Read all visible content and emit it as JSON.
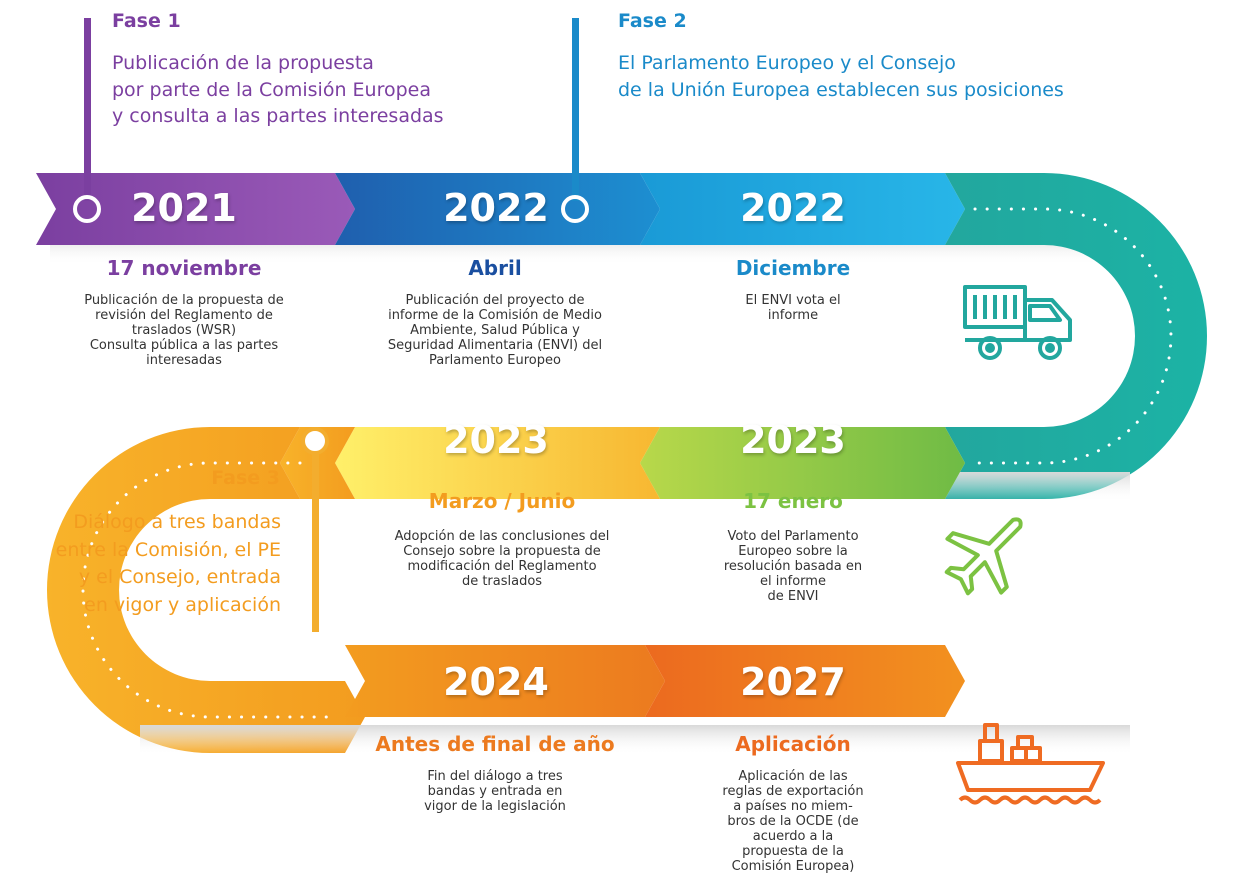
{
  "colors": {
    "phase1": "#7b3fa0",
    "phase2": "#1a8ac9",
    "phase3": "#f39c1f",
    "teal": "#1fb0a0",
    "green": "#7cc242",
    "orange_dark": "#ec6a1f"
  },
  "phases": [
    {
      "title": "Fase 1",
      "lines": [
        "Publicación de la propuesta",
        "por parte de la Comisión Europea",
        "y consulta a las partes interesadas"
      ]
    },
    {
      "title": "Fase 2",
      "lines": [
        "El Parlamento Europeo y el Consejo",
        "de la Unión Europea establecen sus posiciones"
      ]
    },
    {
      "title": "Fase 3",
      "lines": [
        "Diálogo a tres bandas",
        "entre la Comisión, el PE",
        "y el Consejo, entrada",
        "en vigor y aplicación"
      ]
    }
  ],
  "milestones": [
    {
      "year": "2021",
      "heading": "17 noviembre",
      "text": [
        "Publicación de la propuesta de",
        "revisión del Reglamento de",
        "traslados (WSR)",
        "Consulta pública a las partes",
        "interesadas"
      ]
    },
    {
      "year": "2022",
      "heading": "Abril",
      "text": [
        "Publicación del proyecto de",
        "informe de la Comisión de Medio",
        "Ambiente, Salud Pública y",
        "Seguridad Alimentaria (ENVI) del",
        "Parlamento Europeo"
      ]
    },
    {
      "year": "2022",
      "heading": "Diciembre",
      "text": [
        "El ENVI vota el",
        "informe"
      ]
    },
    {
      "year": "2023",
      "heading": "17 enero",
      "text": [
        "Voto del Parlamento",
        "Europeo sobre la",
        "resolución basada en",
        "el informe",
        "de ENVI"
      ]
    },
    {
      "year": "2023",
      "heading": "Marzo / Junio",
      "text": [
        "Adopción de las conclusiones del",
        "Consejo sobre la propuesta de",
        "modificación del Reglamento",
        "de traslados"
      ]
    },
    {
      "year": "2024",
      "heading": "Antes de final de año",
      "text": [
        "Fin del diálogo a tres",
        "bandas y entrada en",
        "vigor de la legislación"
      ]
    },
    {
      "year": "2027",
      "heading": "Aplicación",
      "text": [
        "Aplicación de las",
        "reglas de exportación",
        "a  países no miem-",
        "bros de la OCDE (de",
        "acuerdo a la",
        "propuesta de la",
        "Comisión Europea)"
      ]
    }
  ],
  "icons": [
    "truck-icon",
    "airplane-icon",
    "ship-icon"
  ]
}
